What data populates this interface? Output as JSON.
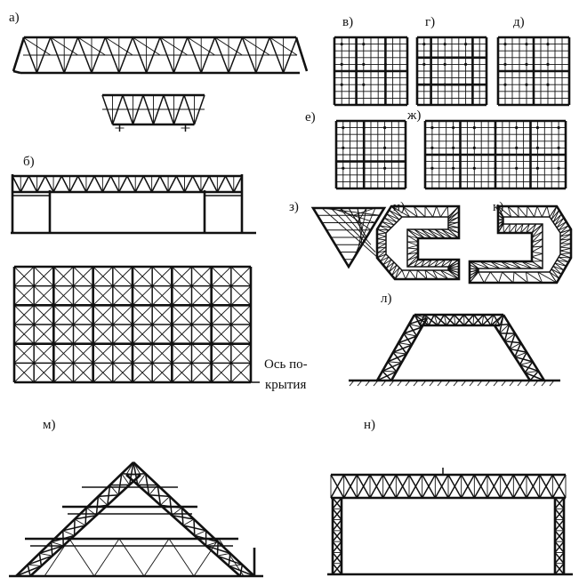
{
  "labels": {
    "a": "а)",
    "b": "б)",
    "v": "в)",
    "g": "г)",
    "d": "д)",
    "e": "е)",
    "zh": "ж)",
    "z": "з)",
    "i": "и)",
    "k": "к)",
    "l": "л)",
    "m": "м)",
    "n": "н)"
  },
  "axis_caption": {
    "line1": "Ось по-",
    "line2": "крытия"
  }
}
